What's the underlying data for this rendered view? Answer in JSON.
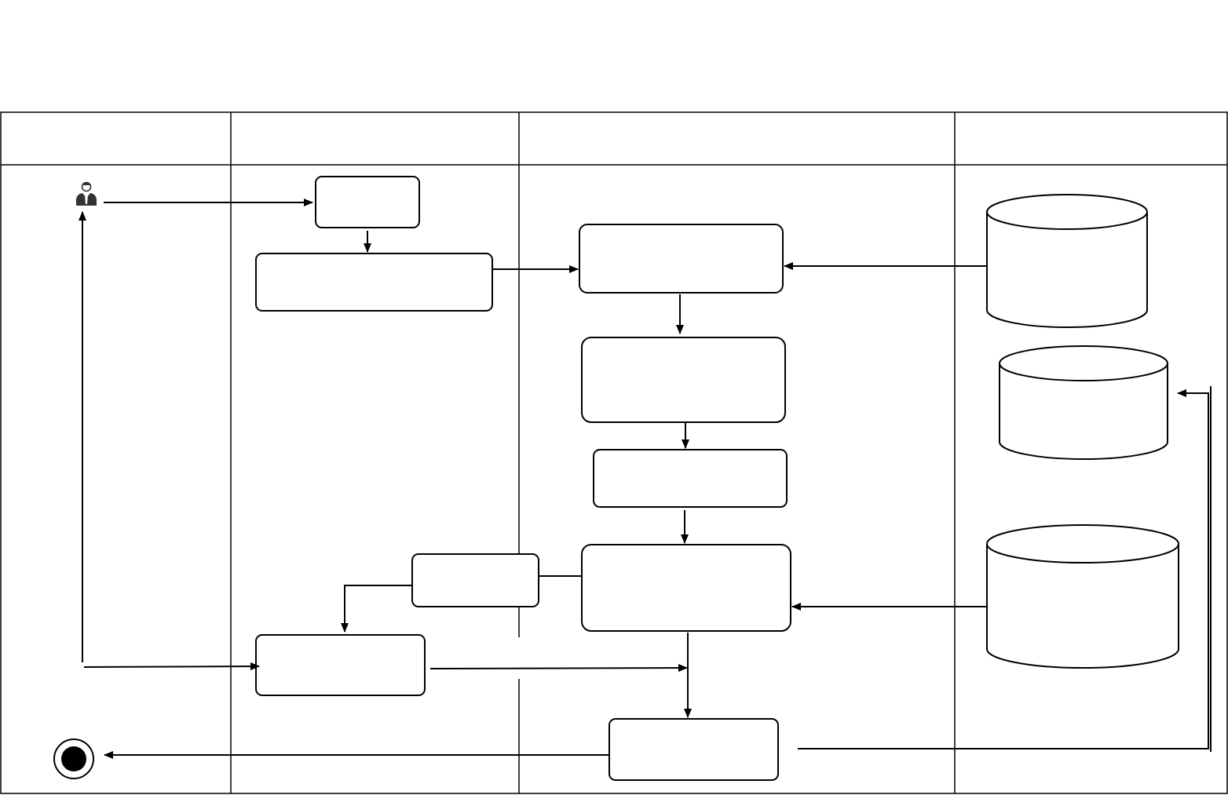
{
  "diagram": {
    "type": "swimlane-activity-diagram",
    "lanes": [
      {
        "id": "lane-1",
        "title": ""
      },
      {
        "id": "lane-2",
        "title": ""
      },
      {
        "id": "lane-3",
        "title": ""
      },
      {
        "id": "lane-4",
        "title": ""
      }
    ],
    "actor": {
      "icon": "user-icon"
    },
    "end": {
      "icon": "final-node-icon"
    },
    "activities": [
      {
        "id": "a1",
        "label": ""
      },
      {
        "id": "a2",
        "label": ""
      },
      {
        "id": "a3",
        "label": ""
      },
      {
        "id": "a4",
        "label": ""
      },
      {
        "id": "a5",
        "label": ""
      },
      {
        "id": "a6",
        "label": ""
      },
      {
        "id": "a7",
        "label": ""
      },
      {
        "id": "a8",
        "label": ""
      },
      {
        "id": "a9",
        "label": ""
      }
    ],
    "datastores": [
      {
        "id": "db1",
        "label": ""
      },
      {
        "id": "db2",
        "label": ""
      },
      {
        "id": "db3",
        "label": ""
      }
    ],
    "edges": [
      {
        "from": "actor",
        "to": "a1"
      },
      {
        "from": "a1",
        "to": "a2"
      },
      {
        "from": "a2",
        "to": "a3"
      },
      {
        "from": "db1",
        "to": "a3"
      },
      {
        "from": "a3",
        "to": "a4"
      },
      {
        "from": "a4",
        "to": "a5"
      },
      {
        "from": "a5",
        "to": "a6"
      },
      {
        "from": "db3",
        "to": "a6"
      },
      {
        "from": "a6",
        "to": "a7"
      },
      {
        "from": "a7",
        "to": "a8"
      },
      {
        "from": "actor",
        "to": "a8"
      },
      {
        "from": "a8",
        "to": "actor"
      },
      {
        "from": "a8",
        "to": "a9"
      },
      {
        "from": "a6",
        "to": "a9"
      },
      {
        "from": "a9",
        "to": "db2"
      },
      {
        "from": "a9",
        "to": "end"
      }
    ],
    "colors": {
      "line": "#000000",
      "fill": "#ffffff"
    }
  }
}
